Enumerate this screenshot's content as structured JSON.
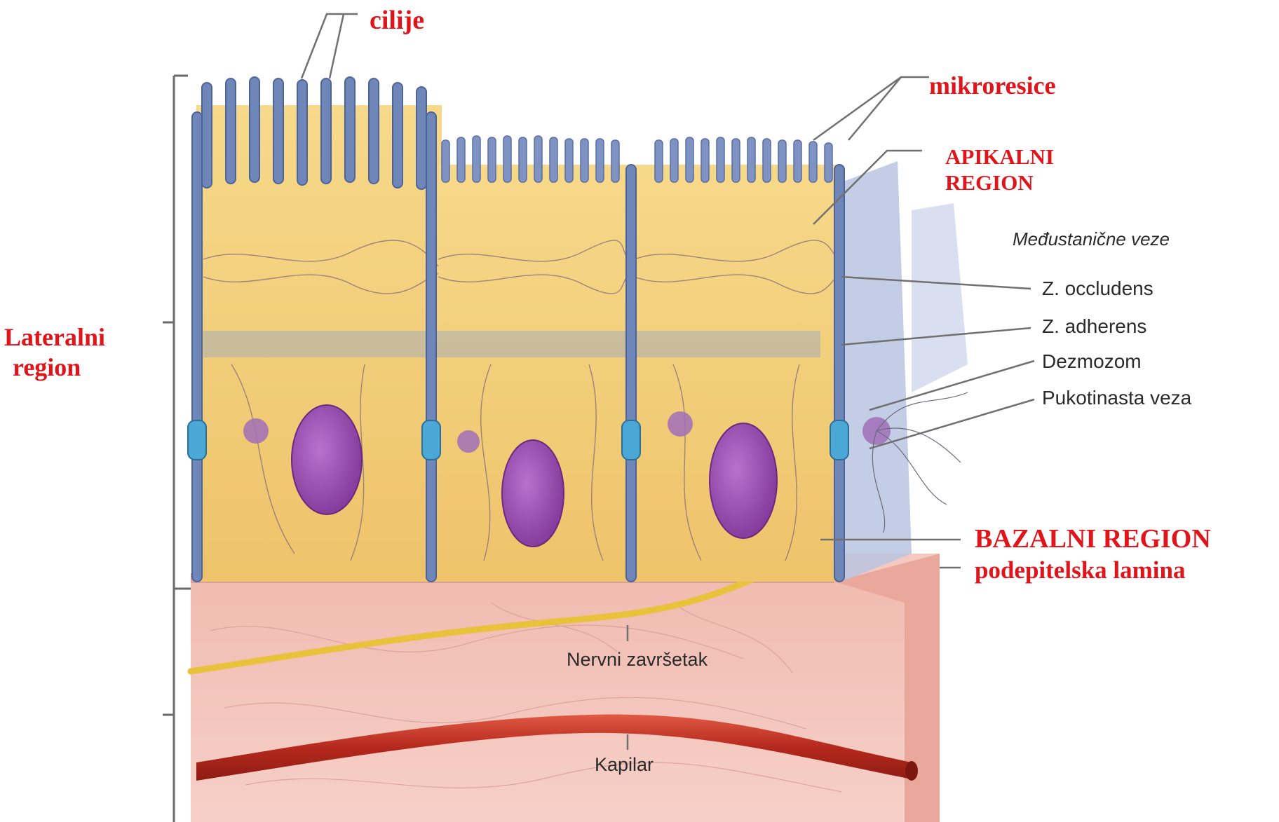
{
  "labels": {
    "cilije": "cilije",
    "mikroresice": "mikroresice",
    "apical_line1": "APIKALNI",
    "apical_line2": "REGION",
    "lateral_line1": "Lateralni",
    "lateral_line2": "region",
    "basal_region": "BAZALNI REGION",
    "basal_lamina": "podepitelska lamina",
    "junctions_heading": "Međustanične veze",
    "z_occludens": "Z. occludens",
    "z_adherens": "Z. adherens",
    "desmosome": "Dezmozom",
    "gap_junction": "Pukotinasta veza",
    "nerve_ending": "Nervni završetak",
    "capillary": "Kapilar"
  },
  "colors": {
    "label_red": "#e0151b",
    "cytoplasm": "#f3cf78",
    "nucleus": "#9b4fb1",
    "membrane": "#6f86b8",
    "connective_tissue": "#f2c2b9",
    "capillary": "#c0392b",
    "nerve": "#e9c23c"
  }
}
